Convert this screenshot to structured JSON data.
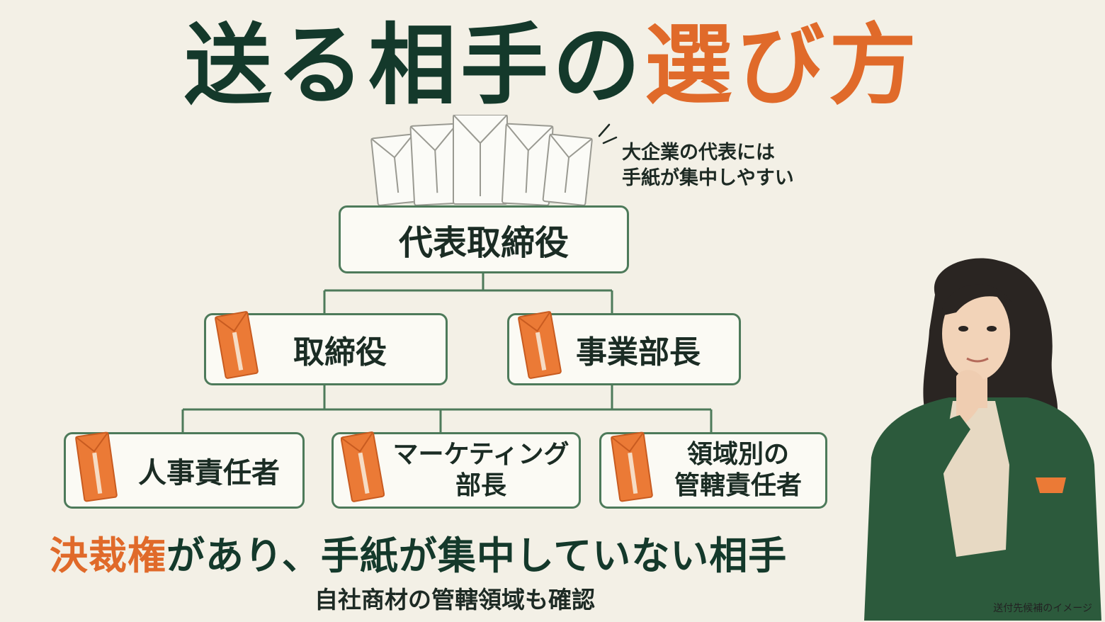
{
  "title": {
    "part1": "送る相手の",
    "part2": "選び方"
  },
  "note": {
    "line1": "大企業の代表には",
    "line2": "手紙が集中しやすい"
  },
  "org": {
    "top": "代表取締役",
    "mid_left": "取締役",
    "mid_right": "事業部長",
    "bottom_left": "人事責任者",
    "bottom_center_line1": "マーケティング",
    "bottom_center_line2": "部長",
    "bottom_right_line1": "領域別の",
    "bottom_right_line2": "管轄責任者"
  },
  "message": {
    "accent": "決裁権",
    "rest": "があり、手紙が集中していない相手",
    "sub": "自社商材の管轄領域も確認"
  },
  "caption": "送付先候補のイメージ",
  "colors": {
    "dark_green": "#14392b",
    "orange": "#e06a2a",
    "box_border": "#4d7a5a",
    "background": "#f3f0e6"
  }
}
